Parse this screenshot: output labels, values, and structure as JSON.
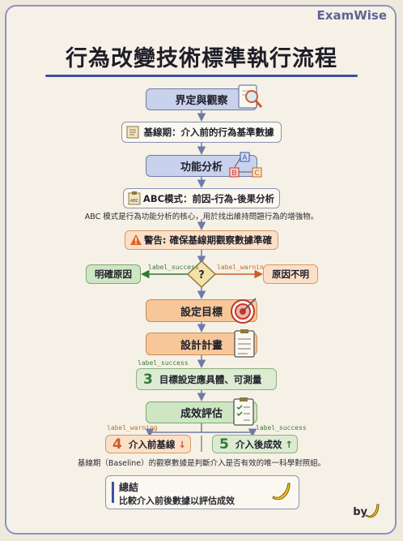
{
  "brand": "ExamWise",
  "title": "行為改變技術標準執行流程",
  "steps": {
    "define": "界定與觀察",
    "baseline": "基線期：介入前的行為基準數據",
    "functional": "功能分析",
    "abc": "ABC模式：前因-行為-後果分析",
    "abc_note": "ABC 模式是行為功能分析的核心，用於找出維持問題行為的增強物。",
    "warning": "警告: 確保基線期觀察數據準確",
    "clear_cause": "明確原因",
    "unclear_cause": "原因不明",
    "set_goal": "設定目標",
    "design_plan": "設計計畫",
    "goal_specific": "目標設定應具體、可測量",
    "evaluate": "成效評估",
    "pre_intervention": "介入前基線",
    "post_intervention": "介入後成效",
    "baseline_note": "基線期（Baseline）的觀察數據是判斷介入是否有效的唯一科學對照組。"
  },
  "numbers": {
    "goal": "3",
    "pre": "4",
    "post": "5"
  },
  "tags": {
    "success_left": "label_success",
    "warning_right": "label_warning",
    "success_goal": "label_success",
    "warning_pre": "label_warning",
    "success_post": "label_success"
  },
  "diagram_icons": {
    "a": "A",
    "b": "B",
    "c": "C",
    "abc_card": "ABC",
    "decision": "?"
  },
  "summary": {
    "heading": "總結",
    "body": "比較介入前後數據以評估成效"
  },
  "footer": {
    "by": "by"
  },
  "colors": {
    "accent": "#3d4fa0",
    "success": "#2f7a34",
    "warning": "#c9602a"
  }
}
